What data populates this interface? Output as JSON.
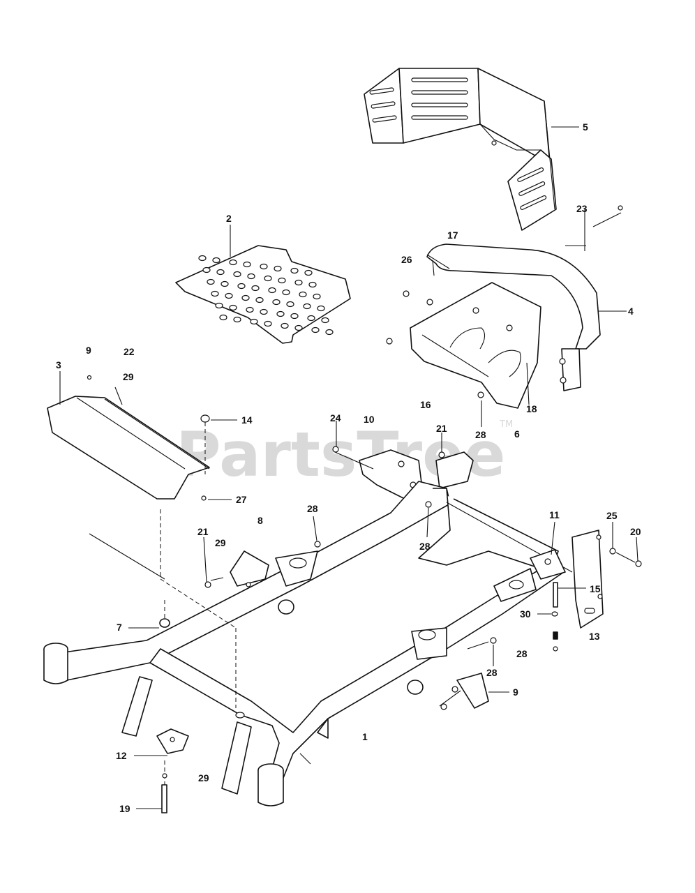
{
  "watermark": {
    "text": "PartsTree",
    "mark": "TM"
  },
  "callouts": [
    {
      "id": "c5",
      "label": "5"
    },
    {
      "id": "c23",
      "label": "23"
    },
    {
      "id": "c17",
      "label": "17"
    },
    {
      "id": "c2",
      "label": "2"
    },
    {
      "id": "c26",
      "label": "26"
    },
    {
      "id": "c4",
      "label": "4"
    },
    {
      "id": "c9a",
      "label": "9"
    },
    {
      "id": "c22",
      "label": "22"
    },
    {
      "id": "c3",
      "label": "3"
    },
    {
      "id": "c29a",
      "label": "29"
    },
    {
      "id": "c18",
      "label": "18"
    },
    {
      "id": "c16",
      "label": "16"
    },
    {
      "id": "c14",
      "label": "14"
    },
    {
      "id": "c24",
      "label": "24"
    },
    {
      "id": "c10",
      "label": "10"
    },
    {
      "id": "c21a",
      "label": "21"
    },
    {
      "id": "c28a",
      "label": "28"
    },
    {
      "id": "c6",
      "label": "6"
    },
    {
      "id": "c27",
      "label": "27"
    },
    {
      "id": "c28b",
      "label": "28"
    },
    {
      "id": "c8",
      "label": "8"
    },
    {
      "id": "c11",
      "label": "11"
    },
    {
      "id": "c25",
      "label": "25"
    },
    {
      "id": "c20",
      "label": "20"
    },
    {
      "id": "c29b",
      "label": "29"
    },
    {
      "id": "c28c",
      "label": "28"
    },
    {
      "id": "c21b",
      "label": "21"
    },
    {
      "id": "c15",
      "label": "15"
    },
    {
      "id": "c30",
      "label": "30"
    },
    {
      "id": "c7",
      "label": "7"
    },
    {
      "id": "c13",
      "label": "13"
    },
    {
      "id": "c28d",
      "label": "28"
    },
    {
      "id": "c28e",
      "label": "28"
    },
    {
      "id": "c9b",
      "label": "9"
    },
    {
      "id": "c1",
      "label": "1"
    },
    {
      "id": "c12",
      "label": "12"
    },
    {
      "id": "c29c",
      "label": "29"
    },
    {
      "id": "c19",
      "label": "19"
    }
  ]
}
